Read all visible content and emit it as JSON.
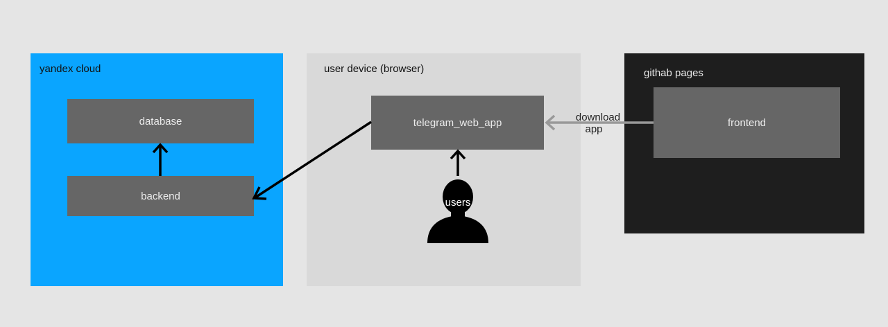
{
  "zones": {
    "cloud": {
      "title": "yandex cloud",
      "color": "#0aa5ff"
    },
    "device": {
      "title": "user device (browser)",
      "color": "#d9d9d9"
    },
    "pages": {
      "title": "githab pages",
      "color": "#1e1e1e"
    }
  },
  "nodes": {
    "database": "database",
    "backend": "backend",
    "web_app": "telegram_web_app",
    "frontend": "frontend",
    "users": "users"
  },
  "edges": {
    "download_app_line1": "download",
    "download_app_line2": "app"
  },
  "colors": {
    "node_fill": "#666666",
    "arrow_dark": "#000000",
    "arrow_gray": "#999999"
  },
  "icons": {
    "users": "person-silhouette-icon"
  }
}
